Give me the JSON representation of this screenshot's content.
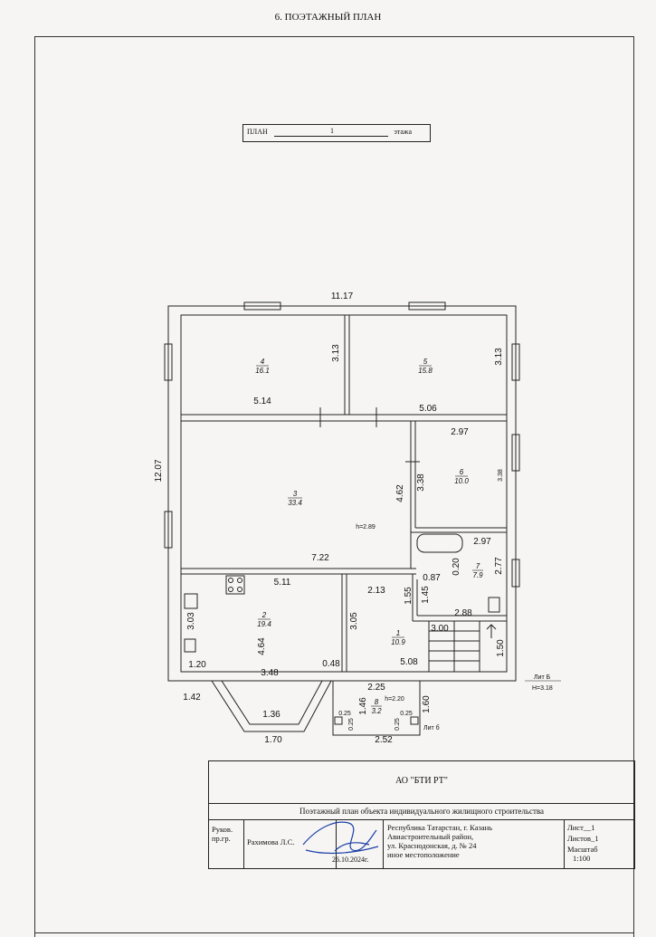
{
  "header": {
    "title": "6. ПОЭТАЖНЫЙ ПЛАН"
  },
  "plan_label": {
    "prefix": "ПЛАН",
    "floor": "1",
    "suffix": "этажа"
  },
  "rooms": [
    {
      "id": "4",
      "area": "16.1"
    },
    {
      "id": "5",
      "area": "15.8"
    },
    {
      "id": "3",
      "area": "33.4"
    },
    {
      "id": "6",
      "area": "10.0"
    },
    {
      "id": "7",
      "area": "7.9"
    },
    {
      "id": "2",
      "area": "19.4"
    },
    {
      "id": "1",
      "area": "10.9"
    },
    {
      "id": "8",
      "area": "3.2"
    }
  ],
  "dims": {
    "overall_width": "11.17",
    "overall_height": "12.07",
    "r4_height": "3.13",
    "r5_height": "3.13",
    "r4_width": "5.14",
    "r5_width": "5.06",
    "r6_width": "2.97",
    "r6_height_in": "3.38",
    "r6_height_wall": "3.38",
    "r3_height": "4.62",
    "r3_width": "7.22",
    "bath_width": "2.97",
    "r7_gap": "0.20",
    "r7_height": "2.77",
    "r7_step": "0.87",
    "r7_small": "1.45",
    "r7_width": "2.88",
    "r2_width": "5.11",
    "r2_left_h": "3.03",
    "r2_height": "4.64",
    "r2_left_w": "1.20",
    "r2_bay": "3.48",
    "r2_small": "0.48",
    "r1_top": "2.13",
    "r1_side": "1.55",
    "r1_height": "3.05",
    "r1_w1": "3.00",
    "r1_width": "5.08",
    "stair_h": "1.50",
    "bay_side": "1.42",
    "bay_inner": "1.36",
    "bay_outer": "1.70",
    "porch_w": "2.25",
    "porch_h": "1.46",
    "porch_h2": "1.60",
    "porch_out": "2.52",
    "post1": "0.25",
    "post2": "0.25",
    "post3": "0.25",
    "post4": "0.25"
  },
  "annotations": {
    "ceiling_main": "h=2.89",
    "ceiling_porch": "h=2.20",
    "lit_b_upper": "Лит Б",
    "lit_b_height": "H=3.18",
    "lit_b_lower": "Лит б"
  },
  "title_block": {
    "org": "АО \"БТИ РТ\"",
    "description": "Поэтажный план объекта индивидуального жилищного строительства",
    "role": "Руков. пр.гр.",
    "name": "Рахимова Л.С.",
    "date": "26.10.2024г.",
    "address_lines": [
      "Республика Татарстан, г. Казань",
      "Авиастроительный район,",
      "ул. Краснодонская, д. № 24",
      "иное местоположение"
    ],
    "sheet": "Лист__1",
    "sheets": "Листов_1",
    "scale_label": "Масштаб",
    "scale": "1:100"
  }
}
